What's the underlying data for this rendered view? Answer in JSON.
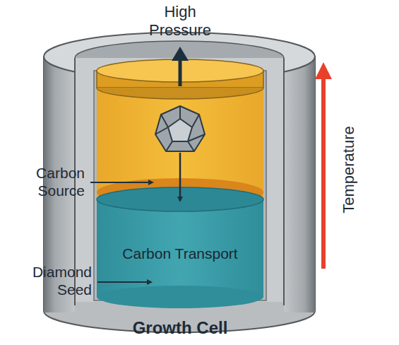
{
  "diagram": {
    "title": "Growth Cell",
    "nodes": [
      {
        "text": [
          "Carbon Transport"
        ]
      }
    ],
    "labels": [
      "High Pressure",
      "Carbon Source",
      "Diamond Seed",
      "Temperature"
    ]
  }
}
